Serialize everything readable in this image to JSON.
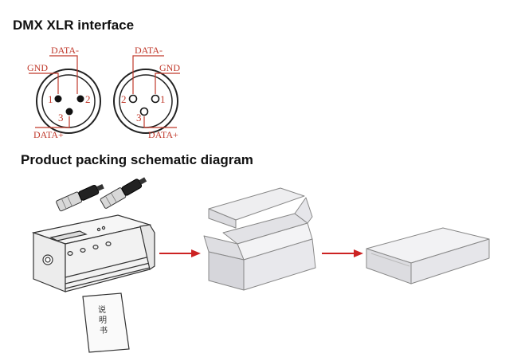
{
  "headings": {
    "xlr": "DMX XLR interface",
    "packing": "Product packing schematic diagram"
  },
  "xlr_left": {
    "label_data_minus": "DATA-",
    "label_gnd": "GND",
    "label_data_plus": "DATA+",
    "pin1": "1",
    "pin2": "2",
    "pin3": "3"
  },
  "xlr_right": {
    "label_data_minus": "DATA-",
    "label_gnd": "GND",
    "label_data_plus": "DATA+",
    "pin1": "1",
    "pin2": "2",
    "pin3": "3"
  },
  "manual": {
    "text_lines": [
      "说",
      "明",
      "书"
    ]
  },
  "colors": {
    "accent_red": "#c0392b",
    "arrow_red": "#cc2222",
    "box_gray": "#e9e9ec"
  }
}
